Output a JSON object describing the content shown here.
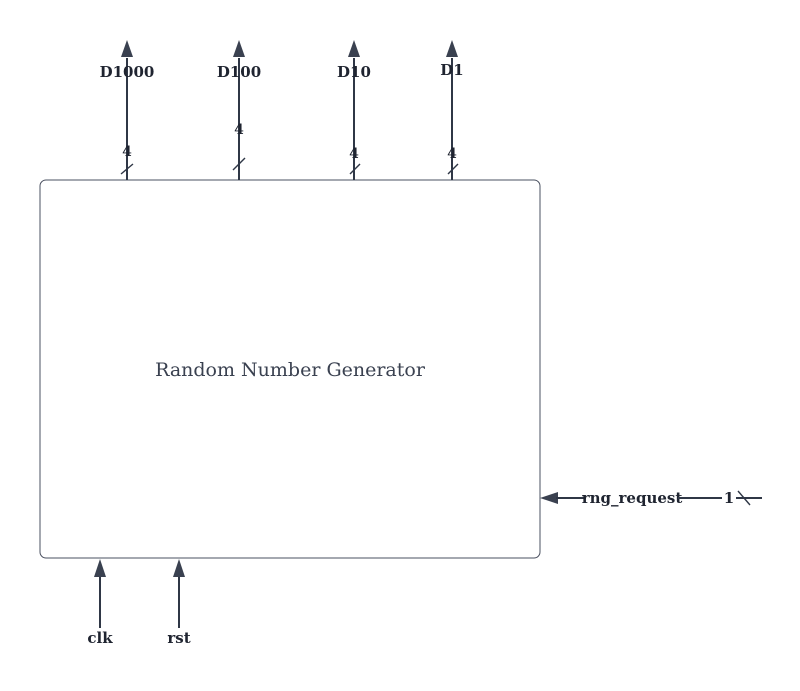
{
  "block": {
    "title": "Random Number Generator"
  },
  "outputs": [
    {
      "label": "D1000",
      "width": "4"
    },
    {
      "label": "D100",
      "width": "4"
    },
    {
      "label": "D10",
      "width": "4"
    },
    {
      "label": "D1",
      "width": "4"
    }
  ],
  "inputs_bottom": [
    {
      "label": "clk"
    },
    {
      "label": "rst"
    }
  ],
  "input_right": {
    "label": "rng_request",
    "width": "1"
  }
}
